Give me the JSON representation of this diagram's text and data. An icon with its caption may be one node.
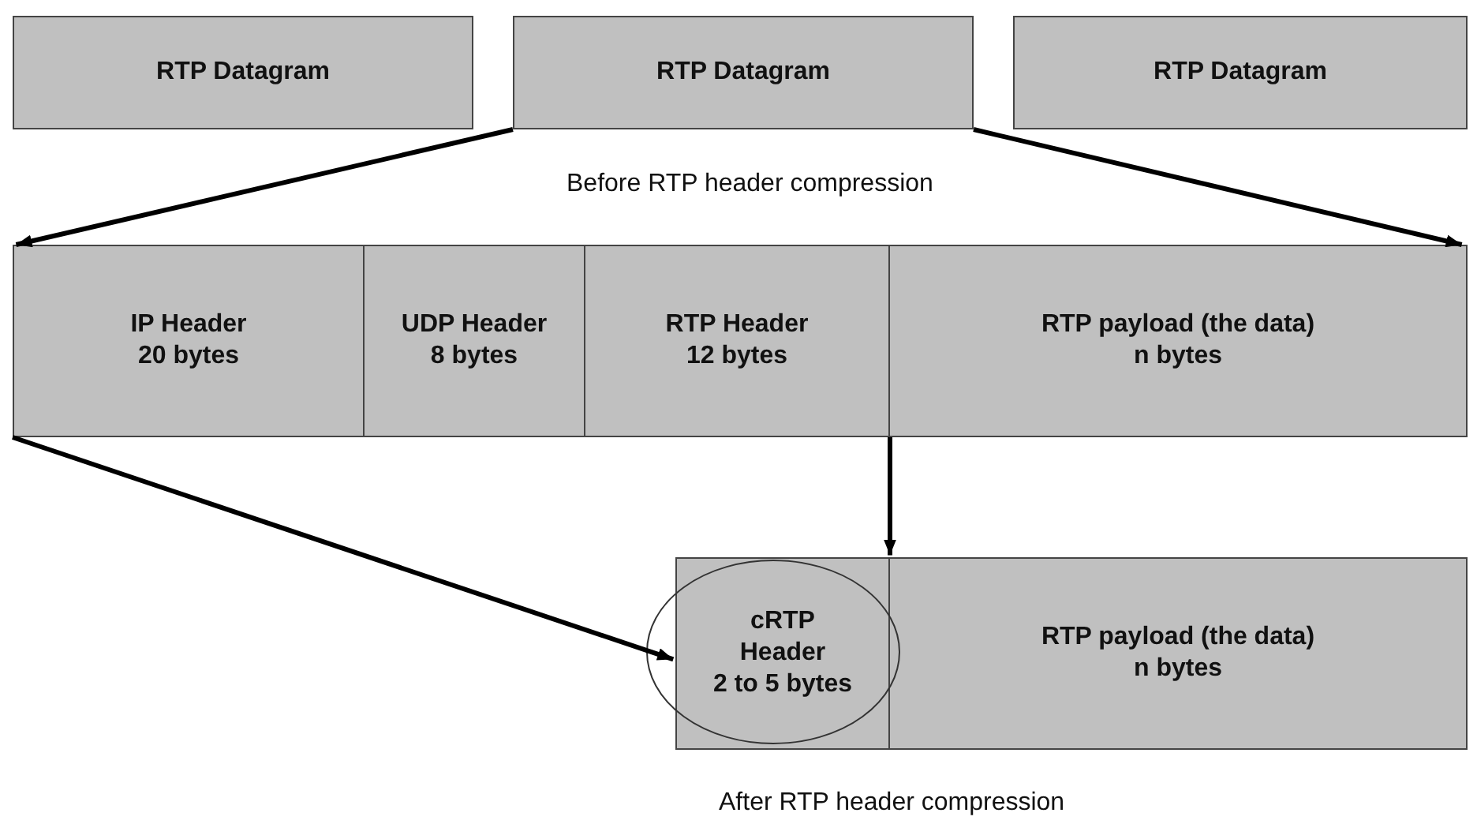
{
  "diagram": {
    "nodes": [
      {
        "text": [
          "RTP Datagram"
        ]
      },
      {
        "text": [
          "RTP Datagram"
        ]
      },
      {
        "text": [
          "RTP Datagram"
        ]
      },
      {
        "text": [
          "IP Header",
          "20 bytes"
        ]
      },
      {
        "text": [
          "UDP Header",
          "8 bytes"
        ]
      },
      {
        "text": [
          "RTP Header",
          "12 bytes"
        ]
      },
      {
        "text": [
          "RTP payload (the data)",
          "n bytes"
        ]
      },
      {
        "text": [
          "cRTP Header",
          "2 to 5 bytes"
        ]
      },
      {
        "text": [
          "RTP payload (the data)",
          "n bytes"
        ]
      }
    ],
    "edges": [
      {
        "from": 1,
        "to": 3,
        "arrow": "to"
      },
      {
        "from": 1,
        "to": 6,
        "arrow": "to"
      },
      {
        "from": 3,
        "to": 7,
        "arrow": "to"
      },
      {
        "from": 5,
        "to": 7,
        "arrow": "to"
      }
    ],
    "labels": [
      "Before RTP header compression",
      "After RTP header compression"
    ]
  }
}
